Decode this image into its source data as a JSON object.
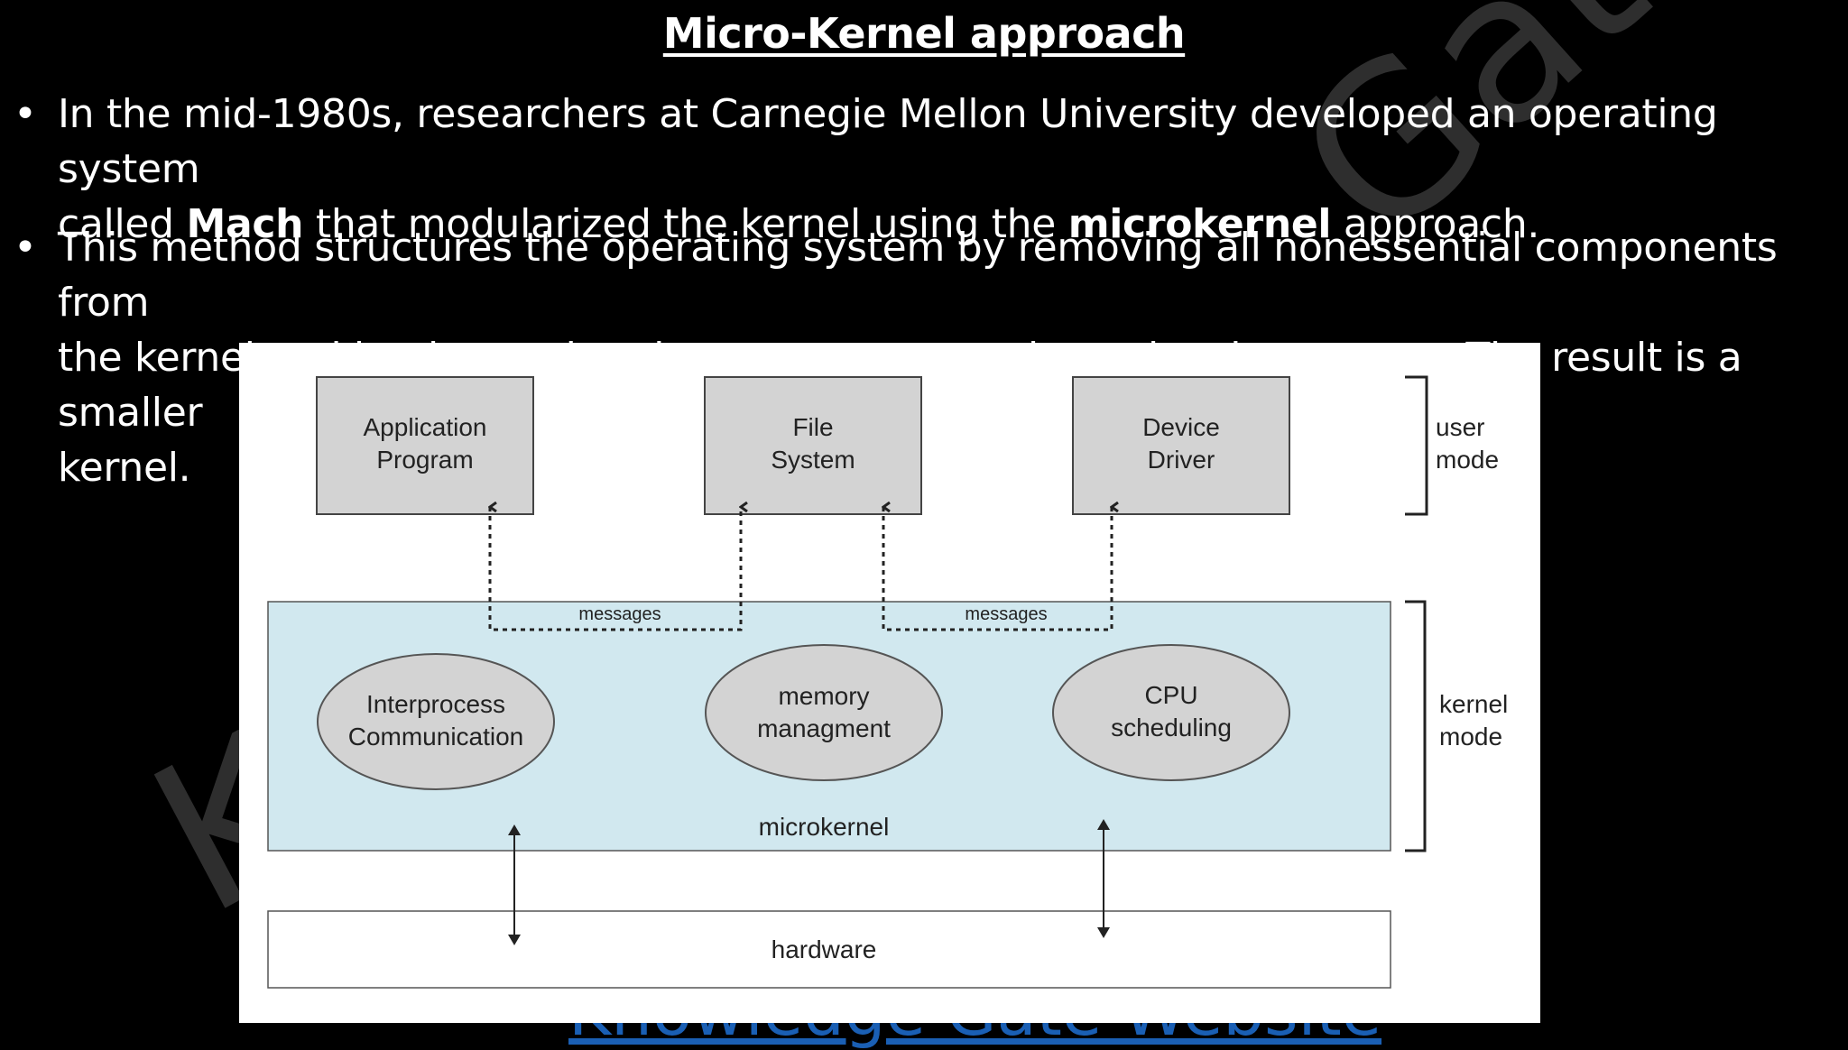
{
  "slide": {
    "title": "Micro-Kernel approach",
    "bullets": [
      {
        "line1": [
          "In the mid-1980s, researchers at Carnegie Mellon University developed an operating system"
        ],
        "line2_parts": [
          "called ",
          "Mach",
          " that modularized the kernel using the ",
          "microkernel",
          " approach."
        ]
      },
      {
        "lines": [
          "This method structures the operating system by removing all nonessential components from",
          "the kernel and implementing them as system and user-level programs. The result is a smaller",
          "kernel."
        ]
      }
    ],
    "watermarks": [
      "Gate",
      "K",
      "Knowledge Gate Website"
    ]
  },
  "diagram": {
    "user_boxes": [
      [
        "Application",
        "Program"
      ],
      [
        "File",
        "System"
      ],
      [
        "Device",
        "Driver"
      ]
    ],
    "kernel_components": [
      [
        "Interprocess",
        "Communication"
      ],
      [
        "memory",
        "managment"
      ],
      [
        "CPU",
        "scheduling"
      ]
    ],
    "messages_labels": [
      "messages",
      "messages"
    ],
    "microkernel_label": "microkernel",
    "hardware_label": "hardware",
    "mode_labels": {
      "user": [
        "user",
        "mode"
      ],
      "kernel": [
        "kernel",
        "mode"
      ]
    },
    "colors": {
      "box_fill": "#d3d3d3",
      "kernel_fill": "#d1e8ef",
      "outline": "#555555"
    }
  }
}
